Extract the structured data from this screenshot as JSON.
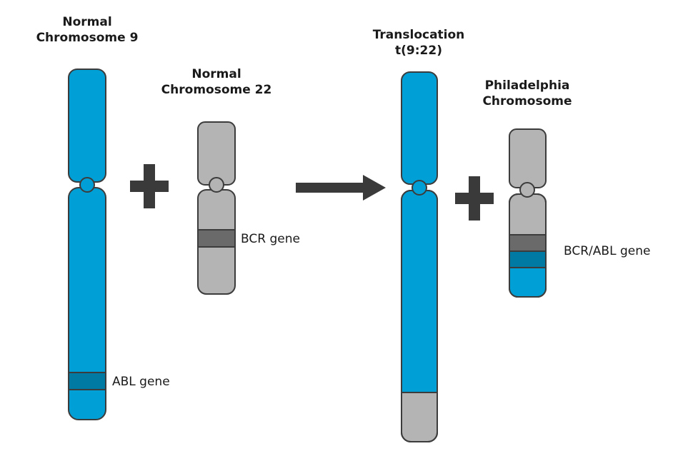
{
  "colors": {
    "blue_chromosome": "#009fd6",
    "blue_band": "#007aa3",
    "gray_chromosome": "#b4b4b4",
    "gray_band": "#6a6a6a",
    "outline": "#3c3c3c",
    "operator": "#3a3a3a"
  },
  "chromosome9": {
    "title_line1": "Normal",
    "title_line2": "Chromosome 9",
    "gene_label": "ABL gene"
  },
  "chromosome22": {
    "title_line1": "Normal",
    "title_line2": "Chromosome 22",
    "gene_label": "BCR gene"
  },
  "translocation": {
    "title_line1": "Translocation",
    "title_line2": "t(9:22)"
  },
  "philadelphia": {
    "title_line1": "Philadelphia",
    "title_line2": "Chromosome",
    "gene_label": "BCR/ABL gene"
  },
  "icons": {
    "plus": "plus-icon",
    "arrow": "arrow-right-icon"
  }
}
